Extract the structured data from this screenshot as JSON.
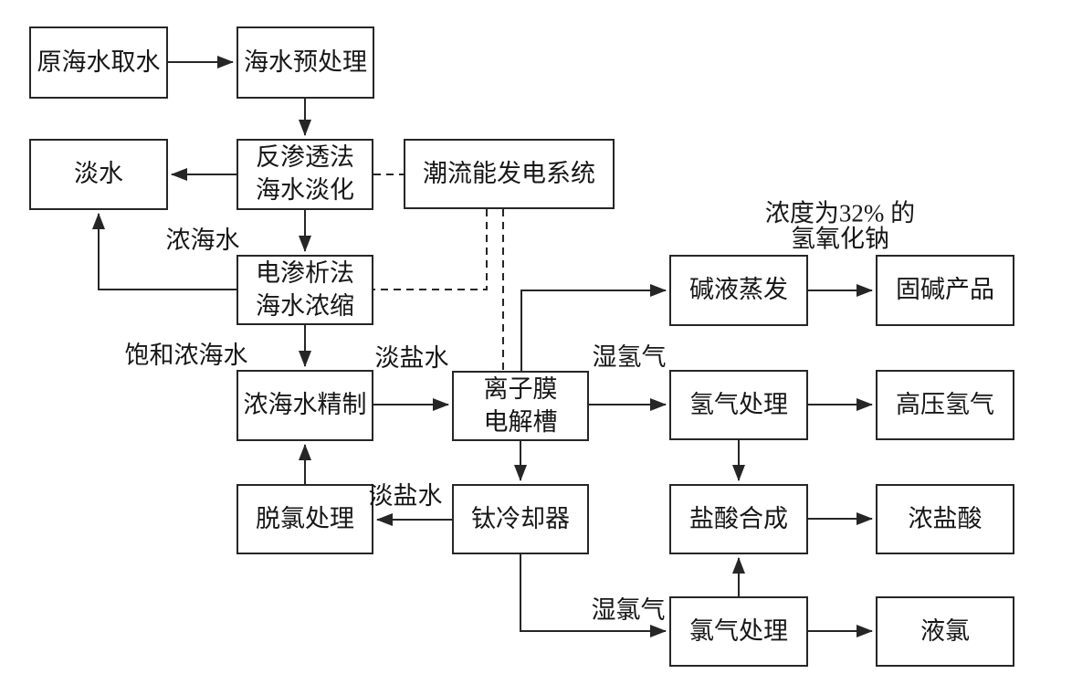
{
  "diagram": {
    "colors": {
      "line": "#262626",
      "box_background": "#ffffff",
      "text": "#171717",
      "canvas_background": "#ffffff"
    },
    "nodes": [
      {
        "id": "raw-seawater-intake",
        "label": "原海水取水"
      },
      {
        "id": "seawater-pretreatment",
        "label": "海水预处理"
      },
      {
        "id": "freshwater",
        "label": "淡水"
      },
      {
        "id": "reverse-osmosis-desalination",
        "label": "反渗透法\n海水淡化"
      },
      {
        "id": "tidal-current-power-system",
        "label": "潮流能发电系统"
      },
      {
        "id": "electrodialysis-concentration",
        "label": "电渗析法\n海水浓缩"
      },
      {
        "id": "concentrated-brine-refining",
        "label": "浓海水精制"
      },
      {
        "id": "ion-membrane-electrolyzer",
        "label": "离子膜\n电解槽"
      },
      {
        "id": "dechlorination-treatment",
        "label": "脱氯处理"
      },
      {
        "id": "titanium-cooler",
        "label": "钛冷却器"
      },
      {
        "id": "alkali-evaporation",
        "label": "碱液蒸发"
      },
      {
        "id": "solid-alkali-product",
        "label": "固碱产品"
      },
      {
        "id": "hydrogen-treatment",
        "label": "氢气处理"
      },
      {
        "id": "high-pressure-hydrogen",
        "label": "高压氢气"
      },
      {
        "id": "hcl-synthesis",
        "label": "盐酸合成"
      },
      {
        "id": "concentrated-hcl",
        "label": "浓盐酸"
      },
      {
        "id": "chlorine-treatment",
        "label": "氯气处理"
      },
      {
        "id": "liquid-chlorine",
        "label": "液氯"
      }
    ],
    "flow_labels": [
      {
        "id": "concentrated-seawater",
        "text": "浓海水"
      },
      {
        "id": "saturated-concentrated-seawater",
        "text": "饱和浓海水"
      },
      {
        "id": "dilute-brine-top",
        "text": "淡盐水"
      },
      {
        "id": "wet-hydrogen",
        "text": "湿氢气"
      },
      {
        "id": "dilute-brine-bottom",
        "text": "淡盐水"
      },
      {
        "id": "wet-chlorine",
        "text": "湿氯气"
      },
      {
        "id": "naoh-32-percent",
        "text": "浓度为32% 的\n氢氧化钠"
      }
    ],
    "edges": [
      {
        "from": "原海水取水",
        "to": "海水预处理",
        "style": "solid"
      },
      {
        "from": "海水预处理",
        "to": "反渗透法海水淡化",
        "style": "solid"
      },
      {
        "from": "反渗透法海水淡化",
        "to": "淡水",
        "style": "solid"
      },
      {
        "from": "反渗透法海水淡化",
        "to": "电渗析法海水浓缩",
        "style": "solid",
        "label": "浓海水"
      },
      {
        "from": "电渗析法海水浓缩",
        "to": "淡水",
        "style": "solid"
      },
      {
        "from": "电渗析法海水浓缩",
        "to": "浓海水精制",
        "style": "solid",
        "label": "饱和浓海水"
      },
      {
        "from": "浓海水精制",
        "to": "离子膜电解槽",
        "style": "solid",
        "label": "淡盐水"
      },
      {
        "from": "脱氯处理",
        "to": "浓海水精制",
        "style": "solid"
      },
      {
        "from": "钛冷却器",
        "to": "脱氯处理",
        "style": "solid",
        "label": "淡盐水"
      },
      {
        "from": "离子膜电解槽",
        "to": "钛冷却器",
        "style": "solid"
      },
      {
        "from": "离子膜电解槽",
        "to": "碱液蒸发",
        "style": "solid",
        "label": "浓度为32% 的氢氧化钠"
      },
      {
        "from": "碱液蒸发",
        "to": "固碱产品",
        "style": "solid"
      },
      {
        "from": "离子膜电解槽",
        "to": "氢气处理",
        "style": "solid",
        "label": "湿氢气"
      },
      {
        "from": "氢气处理",
        "to": "高压氢气",
        "style": "solid"
      },
      {
        "from": "氢气处理",
        "to": "盐酸合成",
        "style": "solid"
      },
      {
        "from": "氯气处理",
        "to": "盐酸合成",
        "style": "solid"
      },
      {
        "from": "盐酸合成",
        "to": "浓盐酸",
        "style": "solid"
      },
      {
        "from": "钛冷却器",
        "to": "氯气处理",
        "style": "solid",
        "label": "湿氯气"
      },
      {
        "from": "氯气处理",
        "to": "液氯",
        "style": "solid"
      },
      {
        "from": "反渗透法海水淡化",
        "to": "潮流能发电系统",
        "style": "dashed"
      },
      {
        "from": "潮流能发电系统",
        "to": "电渗析法海水浓缩",
        "style": "dashed"
      },
      {
        "from": "潮流能发电系统",
        "to": "离子膜电解槽",
        "style": "dashed"
      }
    ]
  }
}
